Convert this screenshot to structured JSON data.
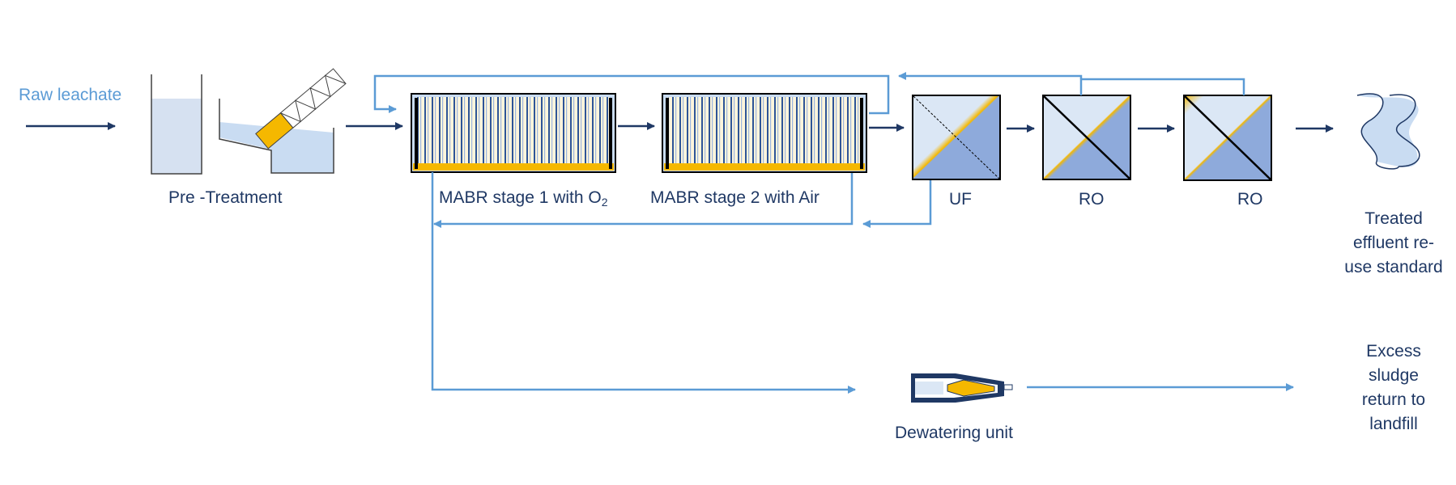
{
  "input_label": "Raw leachate",
  "nodes": {
    "pretreatment": "Pre -Treatment",
    "mabr1_prefix": "MABR stage 1 with O",
    "mabr1_sub": "2",
    "mabr2": "MABR stage 2 with Air",
    "uf": "UF",
    "ro1": "RO",
    "ro2": "RO",
    "dewatering": "Dewatering unit"
  },
  "outputs": {
    "treated": "Treated effluent re-use standard",
    "sludge": "Excess sludge return to landfill"
  },
  "colors": {
    "dark_blue": "#1f3864",
    "flow_blue": "#5b9bd5",
    "water_blue": "#c9dcf2",
    "membrane_blue": "#8eaadb",
    "yellow": "#f5b800"
  },
  "icons": [
    "tank-icon",
    "screw-screen-icon",
    "mabr-reactor-icon",
    "membrane-module-icon",
    "dewatering-unit-icon",
    "treated-water-icon"
  ]
}
